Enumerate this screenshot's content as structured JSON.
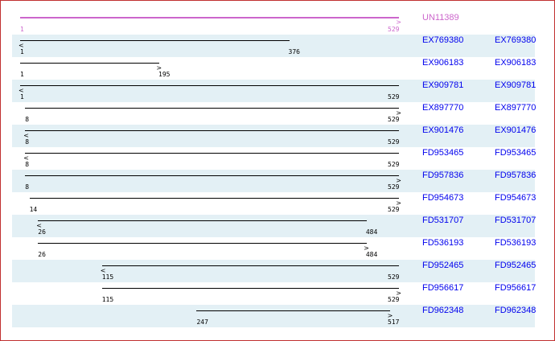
{
  "reference": {
    "id": "UN11389",
    "start": 1,
    "end": 529,
    "direction": "right",
    "color": "#cc66cc"
  },
  "scale": {
    "min": 1,
    "max": 529
  },
  "alignments": [
    {
      "id": "EX769380",
      "link": "EX769380",
      "start": 1,
      "end": 376,
      "direction": "left"
    },
    {
      "id": "EX906183",
      "link": "EX906183",
      "start": 1,
      "end": 195,
      "direction": "right"
    },
    {
      "id": "EX909781",
      "link": "EX909781",
      "start": 1,
      "end": 529,
      "direction": "left"
    },
    {
      "id": "EX897770",
      "link": "EX897770",
      "start": 8,
      "end": 529,
      "direction": "right"
    },
    {
      "id": "EX901476",
      "link": "EX901476",
      "start": 8,
      "end": 529,
      "direction": "left"
    },
    {
      "id": "FD953465",
      "link": "FD953465",
      "start": 8,
      "end": 529,
      "direction": "left"
    },
    {
      "id": "FD957836",
      "link": "FD957836",
      "start": 8,
      "end": 529,
      "direction": "right"
    },
    {
      "id": "FD954673",
      "link": "FD954673",
      "start": 14,
      "end": 529,
      "direction": "right"
    },
    {
      "id": "FD531707",
      "link": "FD531707",
      "start": 26,
      "end": 484,
      "direction": "left"
    },
    {
      "id": "FD536193",
      "link": "FD536193",
      "start": 26,
      "end": 484,
      "direction": "right"
    },
    {
      "id": "FD952465",
      "link": "FD952465",
      "start": 115,
      "end": 529,
      "direction": "left"
    },
    {
      "id": "FD956617",
      "link": "FD956617",
      "start": 115,
      "end": 529,
      "direction": "right"
    },
    {
      "id": "FD962348",
      "link": "FD962348",
      "start": 247,
      "end": 517,
      "direction": "right"
    }
  ]
}
